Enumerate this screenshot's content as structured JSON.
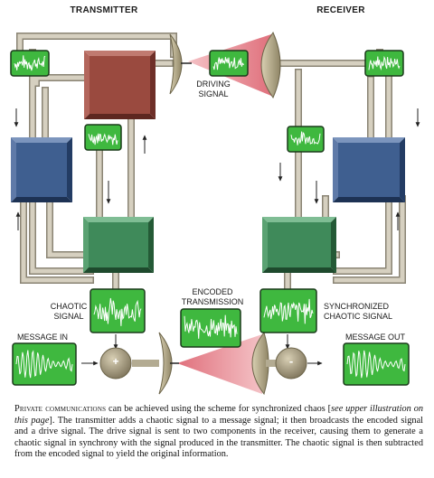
{
  "colors": {
    "pipe": "#c9c3b3",
    "pipe_outline": "#8a8474",
    "red_block": "#9a4a3f",
    "blue_block": "#3f5f90",
    "green_block": "#3f8a5a",
    "signal_bg": "#3fb83f",
    "dish": "#b8ae8f",
    "beam": "#e9828c"
  },
  "labels": {
    "transmitter": "TRANSMITTER",
    "receiver": "RECEIVER",
    "driving_signal_1": "DRIVING",
    "driving_signal_2": "SIGNAL",
    "encoded_1": "ENCODED",
    "encoded_2": "TRANSMISSION",
    "chaotic_1": "CHAOTIC",
    "chaotic_2": "SIGNAL",
    "sync_1": "SYNCHRONIZED",
    "sync_2": "CHAOTIC SIGNAL",
    "message_in": "MESSAGE IN",
    "message_out": "MESSAGE OUT",
    "plus": "+",
    "minus": "-"
  },
  "caption": {
    "lead": "Private communications",
    "part1": " can be achieved using the scheme for synchronized chaos [",
    "italic": "see upper illustration on this page",
    "part2": "]. The transmitter adds a chaotic signal to a message signal; it then broadcasts the encoded signal and a drive signal. The drive signal is sent to two components in the receiver, causing them to generate a chaotic signal in synchrony with the signal produced in the transmitter. The chaotic signal is then subtracted from the encoded signal to yield the original information."
  }
}
